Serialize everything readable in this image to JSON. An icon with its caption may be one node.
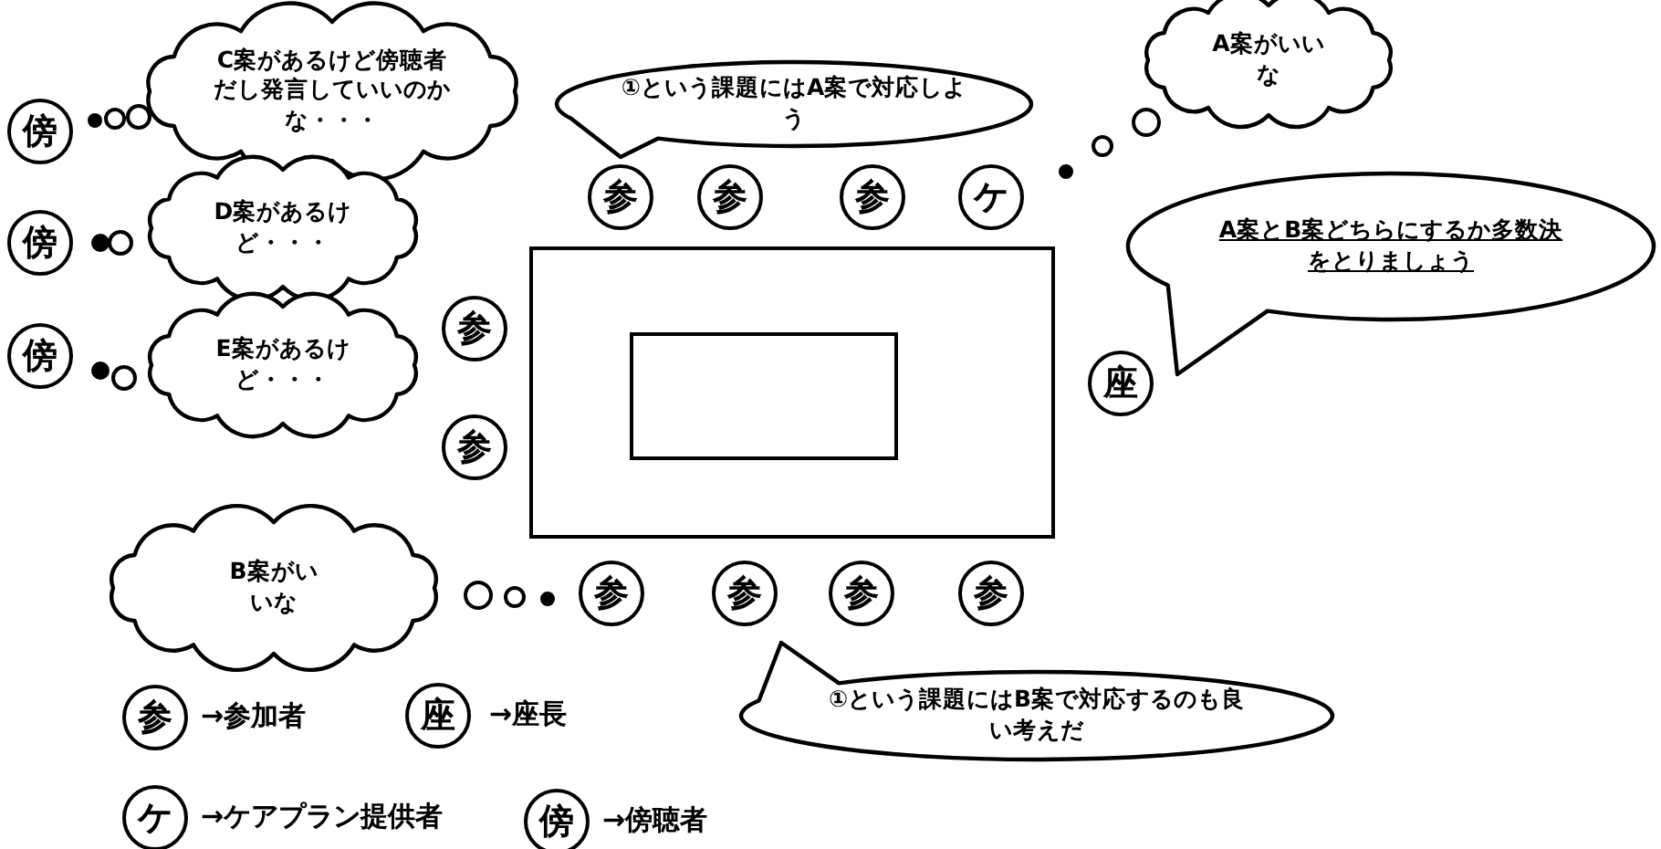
{
  "diagram": {
    "nodes": [
      {
        "text": [
          "C案があるけど傍聴者だし発言していいのかな・・・"
        ]
      },
      {
        "text": [
          "①という課題にはA案で対応しよう"
        ]
      },
      {
        "text": [
          "A案がいいな"
        ]
      },
      {
        "text": [
          "傍"
        ]
      },
      {
        "text": [
          "参"
        ]
      },
      {
        "text": [
          "参"
        ]
      },
      {
        "text": [
          "参"
        ]
      },
      {
        "text": [
          "ケ"
        ]
      },
      {
        "text": [
          "D案があるけど・・・"
        ]
      },
      {
        "text": [
          "傍"
        ]
      },
      {
        "text": [
          "A案とB案どちらにするか多数決をとりましょう"
        ]
      },
      {
        "text": [],
        "shape": "box"
      },
      {
        "text": [],
        "shape": "box",
        "in": 11
      },
      {
        "text": [
          "傍"
        ]
      },
      {
        "text": [
          "E案があるけど・・・"
        ]
      },
      {
        "text": [
          "参"
        ]
      },
      {
        "text": [
          "参"
        ]
      },
      {
        "text": [
          "座"
        ]
      },
      {
        "text": [
          "B案がいいな"
        ]
      },
      {
        "text": [
          "参"
        ]
      },
      {
        "text": [
          "参"
        ]
      },
      {
        "text": [
          "参"
        ]
      },
      {
        "text": [
          "参"
        ]
      },
      {
        "text": [
          "①という課題にはB案で対応するのも良い考えだ"
        ]
      }
    ],
    "labels": [
      "参",
      "座",
      "ケ",
      "傍"
    ],
    "legend": [
      {
        "text": "→参加者"
      },
      {
        "text": "→座長"
      },
      {
        "text": "→ケアプラン提供者"
      },
      {
        "text": "→傍聴者"
      }
    ]
  }
}
